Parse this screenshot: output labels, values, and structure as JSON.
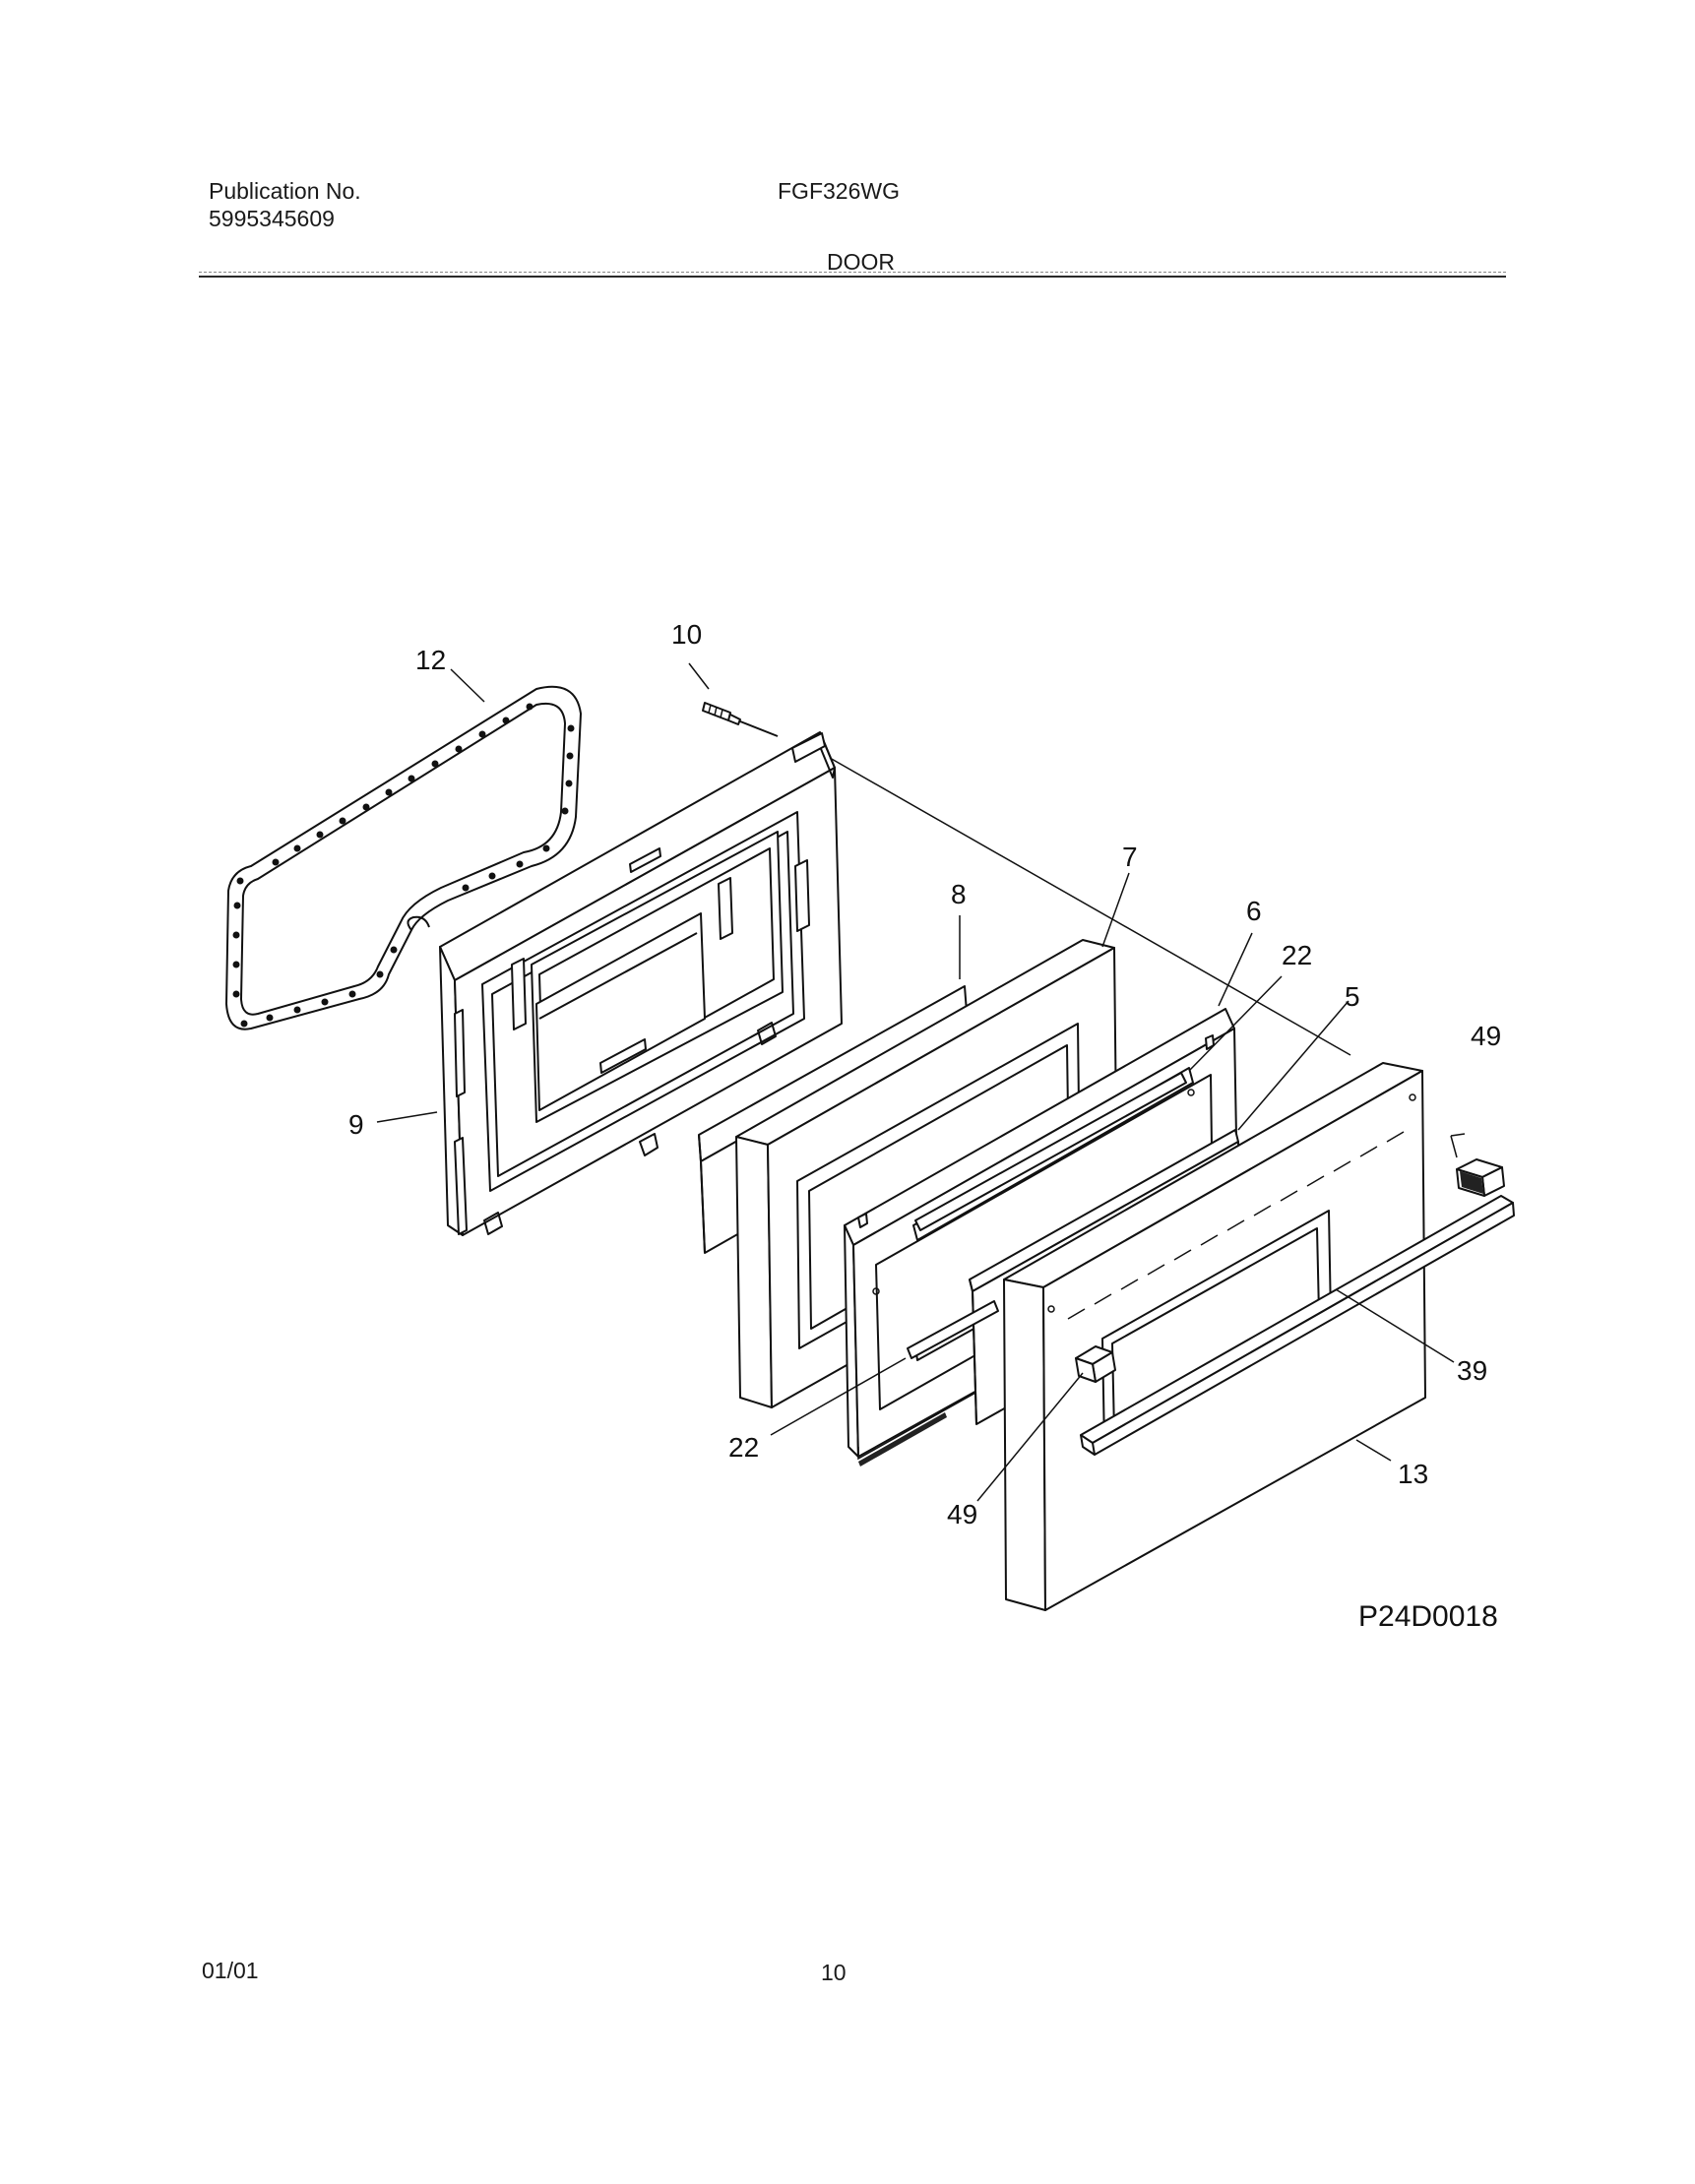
{
  "header": {
    "publication_label": "Publication No.",
    "publication_number": "5995345609",
    "model": "FGF326WG",
    "section": "DOOR"
  },
  "diagram": {
    "callouts": {
      "c12": "12",
      "c10": "10",
      "c8": "8",
      "c7": "7",
      "c6": "6",
      "c22a": "22",
      "c5": "5",
      "c49a": "49",
      "c9": "9",
      "c39": "39",
      "c22b": "22",
      "c13": "13",
      "c49b": "49"
    },
    "drawing_code": "P24D0018"
  },
  "footer": {
    "date": "01/01",
    "page": "10"
  }
}
